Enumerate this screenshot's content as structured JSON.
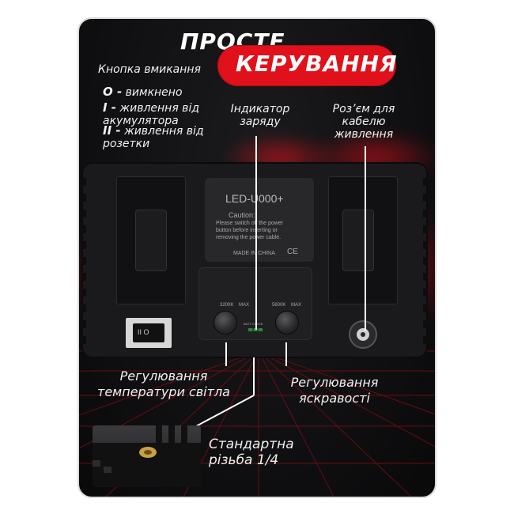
{
  "headline": {
    "line1": "ПРОСТЕ",
    "line2": "КЕРУВАННЯ"
  },
  "power_button": {
    "title": "Кнопка вмикання",
    "states": [
      {
        "symbol": "O -",
        "text": "вимкнено"
      },
      {
        "symbol": "I -",
        "text": "живлення від акумулятора"
      },
      {
        "symbol": "II -",
        "text": "живлення від розетки"
      }
    ]
  },
  "charge_indicator": "Індикатор заряду",
  "power_connector": "Роз’єм для кабелю живлення",
  "color_temp": "Регулювання температури світла",
  "brightness": "Регулювання яскравості",
  "thread": "Стандартна різьба 1/4",
  "device": {
    "model": "LED-U000+",
    "caution_title": "Caution:",
    "caution_lines": [
      "Please switch off the power",
      "button before inserting or",
      "removing the power cable."
    ],
    "made_in": "MADE IN CHINA",
    "ce": "CE",
    "knob_left": "3200K",
    "knob_left_max": "MAX",
    "knob_right": "5600K",
    "knob_right_max": "MAX",
    "batt_check": "BATT.CHECK",
    "switch_marks": "II  O"
  },
  "colors": {
    "accent": "#e0111b",
    "panel": "#101012",
    "text": "#ffffff"
  }
}
